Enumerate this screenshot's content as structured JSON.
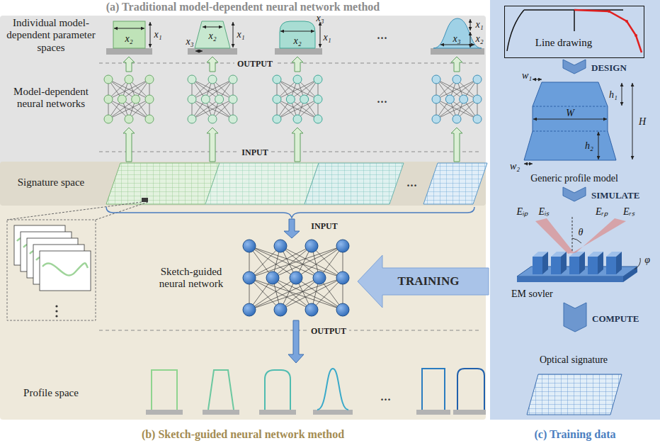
{
  "diagram": {
    "nodes": [
      {
        "text": [
          "(a) Traditional model-dependent neural network method"
        ]
      },
      {
        "text": [
          "(b) Sketch-guided neural network method"
        ]
      },
      {
        "text": [
          "(c) Training data"
        ]
      },
      {
        "text": [
          "Line drawing"
        ],
        "in": 2
      },
      {
        "text": [
          "Generic profile model"
        ],
        "in": 2
      },
      {
        "text": [
          "EM sovler"
        ],
        "in": 2
      },
      {
        "text": [
          "Optical signature"
        ],
        "in": 2
      }
    ],
    "edges": [
      {
        "from": 3,
        "to": 4,
        "label": "DESIGN",
        "arrow": "to"
      },
      {
        "from": 4,
        "to": 5,
        "label": "SIMULATE",
        "arrow": "to"
      },
      {
        "from": 5,
        "to": 6,
        "label": "COMPUTE",
        "arrow": "to"
      }
    ],
    "labels": [
      "Individual model-dependent parameter spaces",
      "x₁",
      "x₂",
      "x₂",
      "x₁",
      "x₃",
      "x₃",
      "x₁",
      "x₂",
      "x₁",
      "x₂",
      "x₃",
      "...",
      "OUTPUT",
      "Model-dependent neural networks",
      "...",
      "INPUT",
      "Signature space",
      "...",
      "INPUT",
      "Sketch-guided neural network",
      "OUTPUT",
      "Profile space",
      "...",
      "TRAINING",
      "w₁",
      "h₁",
      "W",
      "H",
      "w₂",
      "h₂",
      "Eᵢₚ",
      "Eᵢₛ",
      "Eᵣₚ",
      "Eᵣₛ",
      "θ",
      "φ"
    ]
  }
}
